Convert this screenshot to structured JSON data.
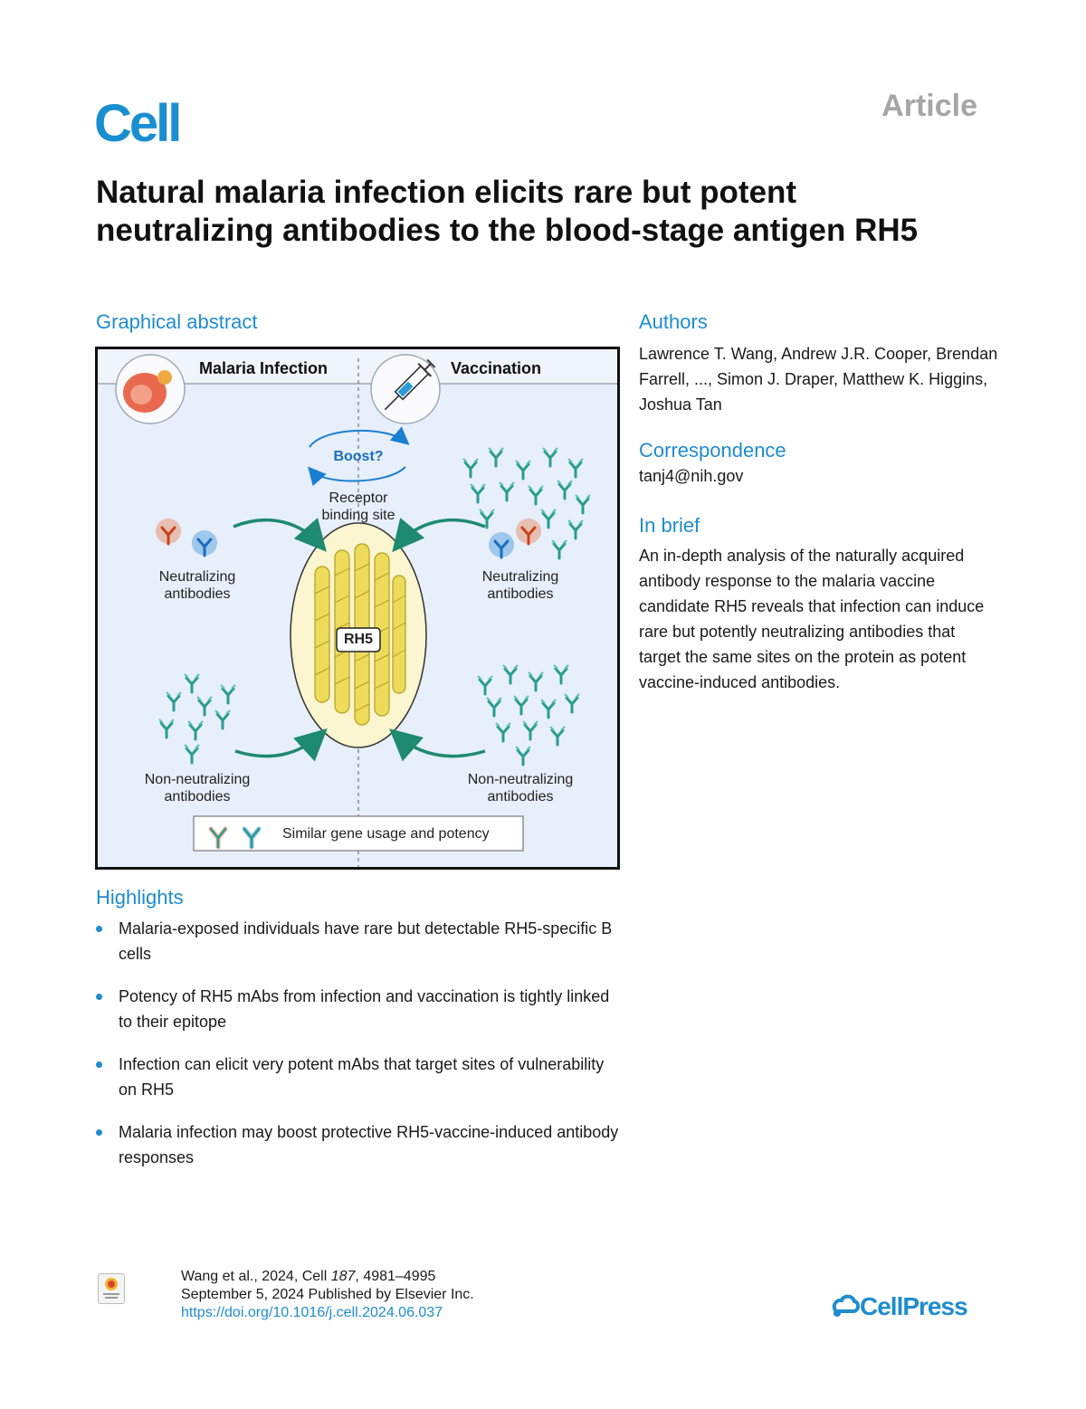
{
  "header": {
    "journal": "Cell",
    "article_type": "Article",
    "title": "Natural malaria infection elicits rare but potent neutralizing antibodies to the blood-stage antigen RH5"
  },
  "sections": {
    "graphical_abstract": "Graphical abstract",
    "authors": "Authors",
    "correspondence": "Correspondence",
    "in_brief": "In brief",
    "highlights": "Highlights"
  },
  "authors": "Lawrence T. Wang, Andrew J.R. Cooper, Brendan Farrell, ..., Simon J. Draper, Matthew K. Higgins, Joshua Tan",
  "correspondence_email": "tanj4@nih.gov",
  "in_brief": "An in-depth analysis of the naturally acquired antibody response to the malaria vaccine candidate RH5 reveals that infection can induce rare but potently neutralizing antibodies that target the same sites on the protein as potent vaccine-induced antibodies.",
  "graphical_abstract": {
    "malaria_infection": "Malaria Infection",
    "vaccination": "Vaccination",
    "boost": "Boost?",
    "receptor_1": "Receptor",
    "receptor_2": "binding site",
    "rh5": "RH5",
    "neutralizing_1": "Neutralizing",
    "neutralizing_2": "antibodies",
    "non_neutralizing_1": "Non-neutralizing",
    "non_neutralizing_2": "antibodies",
    "similar": "Similar gene usage and potency",
    "colors": {
      "teal": "#2a9d8f",
      "orange": "#e8632b",
      "blue": "#1a7fd1",
      "arrow": "#1e8a6f",
      "oval": "#fbf6cf",
      "helix": "#eddc5c"
    }
  },
  "highlights": [
    "Malaria-exposed individuals have rare but detectable RH5-specific B cells",
    "Potency of RH5 mAbs from infection and vaccination is tightly linked to their epitope",
    "Infection can elicit very potent mAbs that target sites of vulnerability on RH5",
    "Malaria infection may boost protective RH5-vaccine-induced antibody responses"
  ],
  "citation": {
    "line1_authors": "Wang et al., 2024, Cell ",
    "volume": "187",
    "pages": ", 4981–4995",
    "line2": "September 5, 2024 Published by Elsevier Inc.",
    "doi": "https://doi.org/10.1016/j.cell.2024.06.037"
  },
  "footer": {
    "publisher": "CellPress",
    "check_badge": "Check for updates"
  }
}
